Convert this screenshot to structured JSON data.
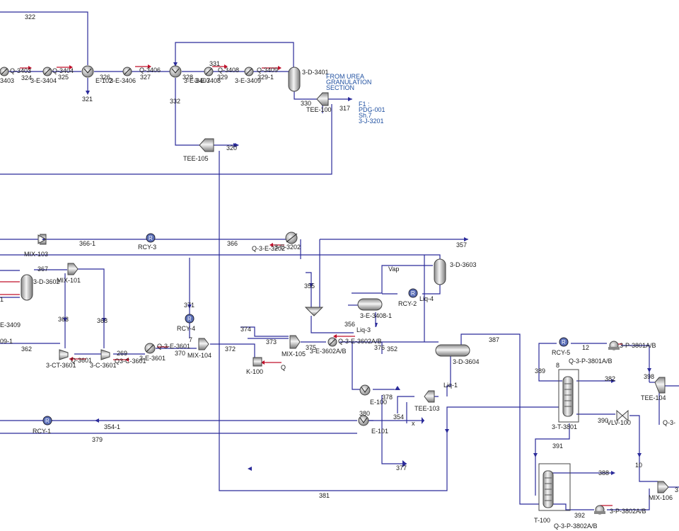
{
  "streams": {
    "s322": "322",
    "s324": "324",
    "s325": "325",
    "s326": "326",
    "s327": "327",
    "s328": "328",
    "s329": "329",
    "s329_1": "329-1",
    "s331": "331",
    "s321": "321",
    "s330": "330",
    "s317": "317",
    "s332": "332",
    "s320": "320",
    "s366_1": "366-1",
    "s366": "366",
    "s357": "357",
    "s367": "367",
    "s363": "363",
    "s368": "368",
    "s362": "362",
    "s269": "269",
    "s370": "370",
    "s371": "371",
    "s7": "7",
    "s372": "372",
    "s374": "374",
    "s373": "373",
    "s375": "375",
    "s376": "376",
    "s352": "352",
    "s355": "355",
    "s356": "356",
    "s387": "387",
    "s378": "378",
    "s354": "354",
    "sx": "x",
    "s380": "380",
    "s354_1": "354-1",
    "s379": "379",
    "s377": "377",
    "s381": "381",
    "s12": "12",
    "s389": "389",
    "s382": "382",
    "s398": "398",
    "s390": "390",
    "s391": "391",
    "s10": "10",
    "s388": "388",
    "s392": "392",
    "s8": "8",
    "s1": "1",
    "s09_1": "09-1",
    "sVap": "Vap",
    "sLiq4": "Liq-4",
    "sLiq3": "Liq-3",
    "sLiq1": "Liq-1"
  },
  "units": {
    "q3403": "Q-3403",
    "e3403": "3403",
    "q3404": "Q-3404",
    "e3404": "3-E-3404",
    "e102": "E-102",
    "e3406": "3-E-3406",
    "q3406": "Q-3406",
    "e3407": "3-E-3407",
    "e3408": "3-E-3408",
    "q3408": "Q-3408",
    "q3409": "Q-3409",
    "e3409": "3-E-3409",
    "d3401": "3-D-3401",
    "tee100": "TEE-100",
    "tee105": "TEE-105",
    "mix103": "MIX-103",
    "rcy3": "RCY-3",
    "qe3202": "Q-3-E-3202",
    "e3202": "3-E-3202",
    "d3602": "3-D-3602",
    "mix101": "MIX-101",
    "e3409b": "E-3409",
    "ct3601": "3-CT-3601",
    "q3601": "Q-3601",
    "c3601": "3-C-3601",
    "qc3601": "Q3-C-3601",
    "qe3601": "Q-3-E-3601",
    "e3601": "3-E-3601",
    "rcy4": "RCY-4",
    "mix104": "MIX-104",
    "k100": "K-100",
    "q": "Q",
    "mix105": "MIX-105",
    "e3602": "3-E-3602A/B",
    "qe3602": "Q-3-E-3602A/B",
    "d3603": "3-D-3603",
    "rcy2": "RCY-2",
    "e3408_1": "3-E-3408-1",
    "d3604": "3-D-3604",
    "e100": "E-100",
    "tee103": "TEE-103",
    "e101": "E-101",
    "rcy1": "RCY-1",
    "rcy5": "RCY-5",
    "qp3801": "Q-3-P-3801A/B",
    "p3801": "3-P-3801A/B",
    "t3801": "3-T-3801",
    "vlv100": "VLV-100",
    "tee104": "TEE-104",
    "q3cut": "Q-3-",
    "t100": "T-100",
    "mix106": "MIX-106",
    "p3802": "3-P-3802A/B",
    "qp3802": "Q-3-P-3802A/B",
    "cut3": "3"
  },
  "notes": {
    "urea1": "FROM UREA",
    "urea2": "GRANULATION",
    "urea3": "SECTION",
    "f1": "F1 :",
    "f2": "PDG-001",
    "f3": "Sh.7",
    "f4": "3-J-3201"
  },
  "colors": {
    "stream": "#2b2b9a",
    "energy": "#c0102a",
    "note": "#1e4fa0"
  }
}
